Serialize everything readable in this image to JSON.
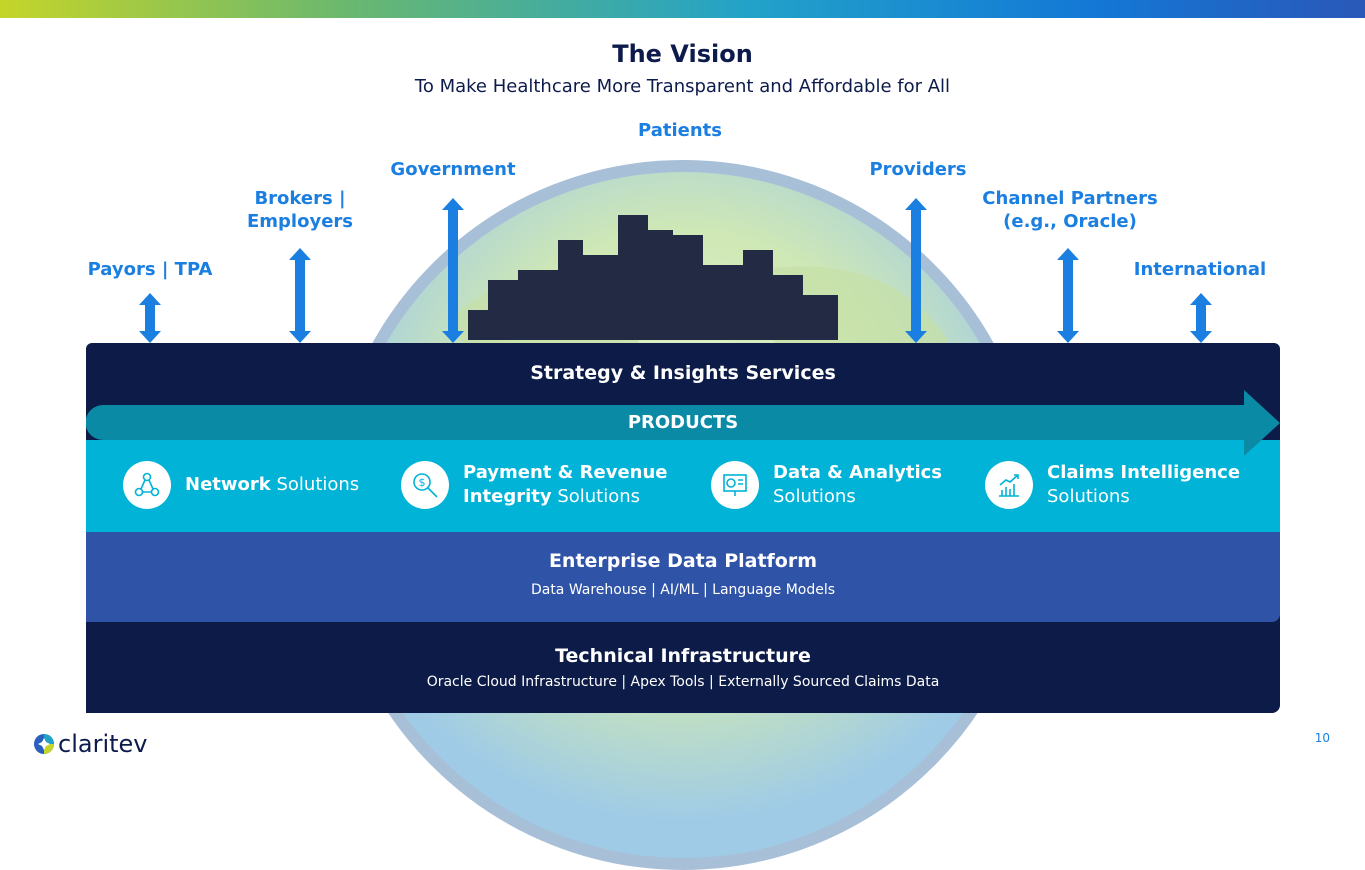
{
  "title": "The Vision",
  "subtitle": "To Make Healthcare More Transparent and Affordable for All",
  "stakeholders": [
    "Payors | TPA",
    "Brokers | Employers",
    "Government",
    "Patients",
    "Providers",
    "Channel Partners (e.g., Oracle)",
    "International"
  ],
  "strategy": "Strategy & Insights Services",
  "products_label": "PRODUCTS",
  "solutions": [
    {
      "bold": "Network",
      "rest": "Solutions",
      "icon": "network-icon"
    },
    {
      "bold": "Payment & Revenue Integrity",
      "bold1": "Payment & Revenue",
      "bold2": "Integrity",
      "rest": "Solutions",
      "icon": "dollar-search-icon"
    },
    {
      "bold": "Data & Analytics",
      "rest": "Solutions",
      "icon": "presentation-chart-icon"
    },
    {
      "bold": "Claims Intelligence",
      "rest": "Solutions",
      "icon": "growth-chart-icon"
    }
  ],
  "edp": {
    "title": "Enterprise Data Platform",
    "sub": "Data Warehouse | AI/ML | Language Models"
  },
  "tech": {
    "title": "Technical Infrastructure",
    "sub": "Oracle Cloud Infrastructure | Apex Tools | Externally Sourced Claims Data"
  },
  "logo": "claritev",
  "page": "10",
  "colors": {
    "navy": "#0c1b47",
    "cyan": "#00b3d7",
    "teal": "#0a8aa5",
    "blue": "#2f53a6",
    "accent": "#1a7fe0"
  }
}
